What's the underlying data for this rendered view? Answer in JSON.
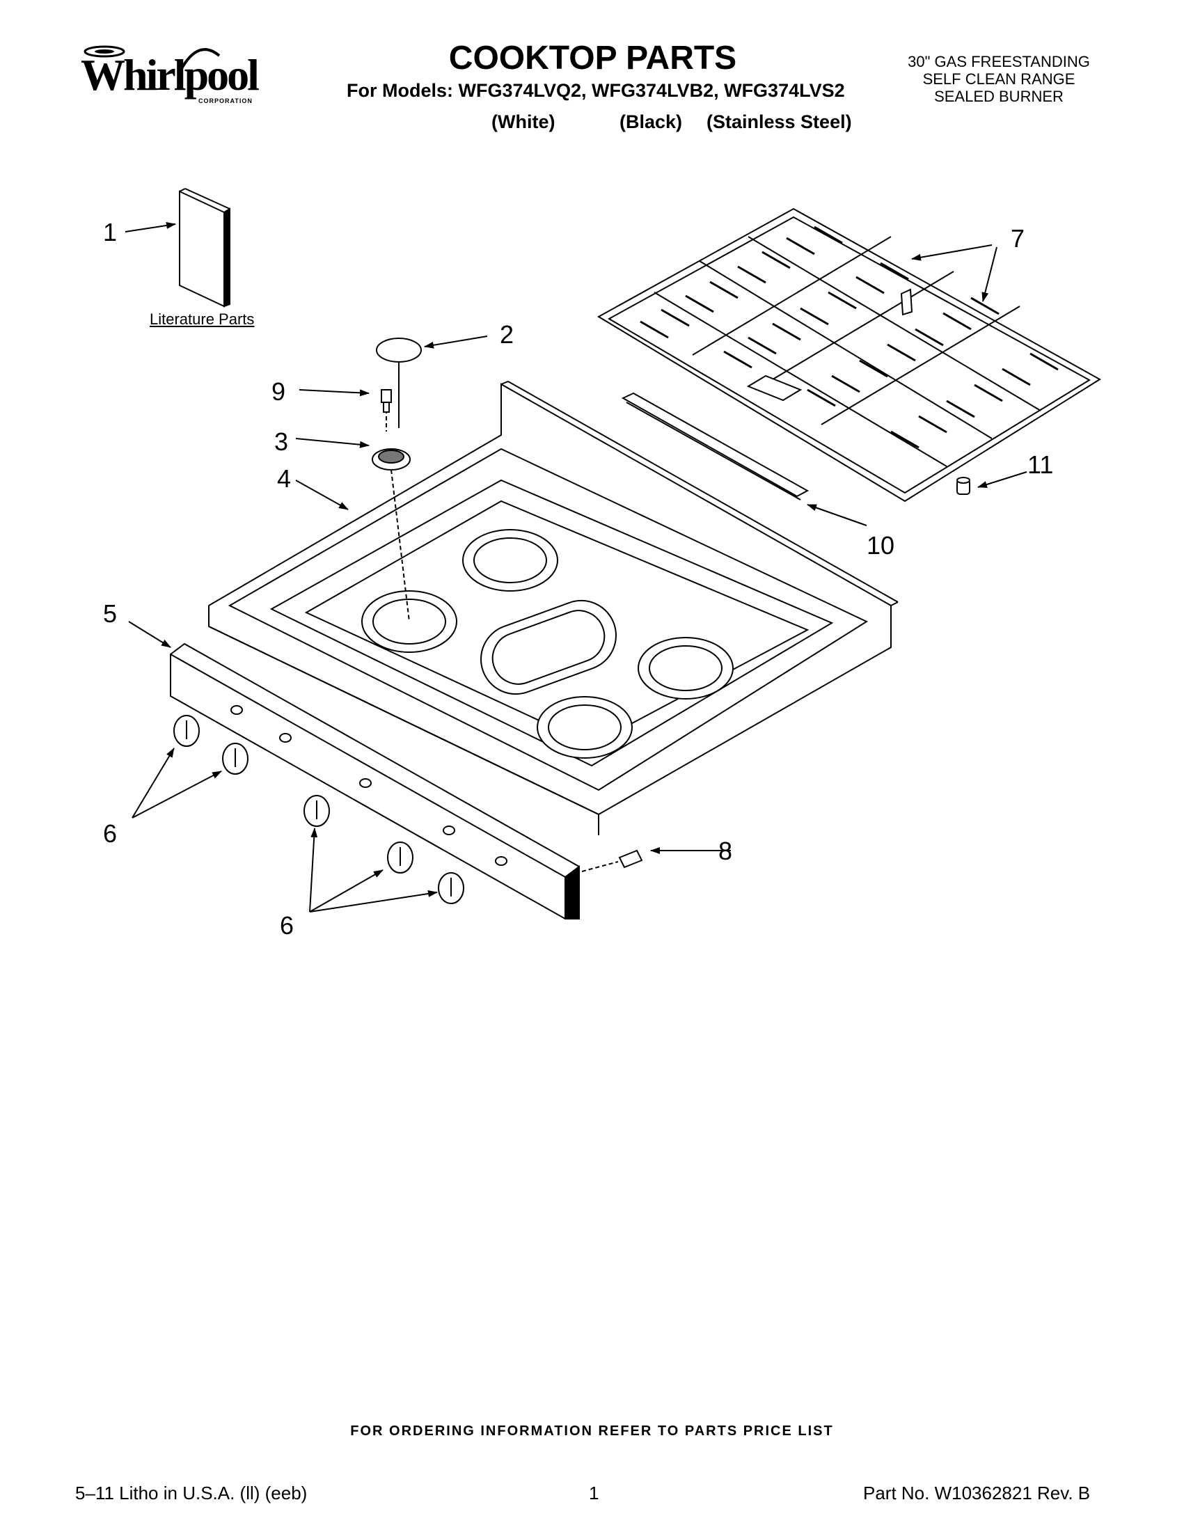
{
  "brand": {
    "name": "Whirlpool",
    "corporation": "CORPORATION"
  },
  "header": {
    "title": "COOKTOP PARTS",
    "models_line": "For Models: WFG374LVQ2, WFG374LVB2, WFG374LVS2",
    "color_labels": [
      "(White)",
      "(Black)",
      "(Stainless Steel)"
    ],
    "description": [
      "30\" GAS FREESTANDING",
      "SELF CLEAN RANGE",
      "SEALED BURNER"
    ]
  },
  "diagram": {
    "literature_label": "Literature Parts",
    "callouts": [
      "1",
      "2",
      "3",
      "4",
      "5",
      "6",
      "6",
      "7",
      "8",
      "9",
      "10",
      "11"
    ]
  },
  "footer": {
    "ordering_info": "FOR ORDERING INFORMATION REFER TO PARTS PRICE LIST",
    "litho": "5–11 Litho in U.S.A. (ll) (eeb)",
    "page_number": "1",
    "part_number": "Part No. W10362821 Rev. B"
  }
}
